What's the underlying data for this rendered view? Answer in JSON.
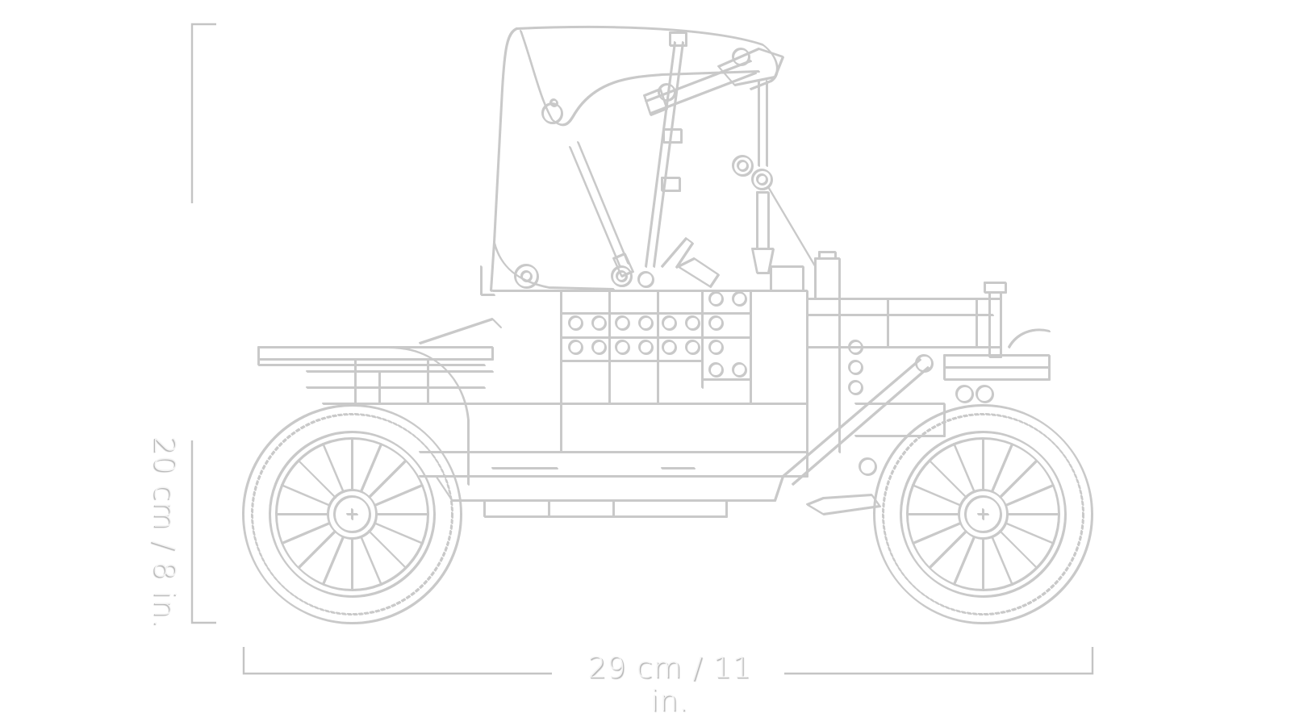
{
  "illustration": {
    "subject": "vintage car model line drawing",
    "style": "embossed white-on-white"
  },
  "dimensions": {
    "width_label": "29 cm / 11 in.",
    "height_label": "20 cm / 8 in."
  },
  "colors": {
    "background": "#ffffff",
    "stroke": "#c9c9c9",
    "dimension_line": "#c4c4c4"
  }
}
